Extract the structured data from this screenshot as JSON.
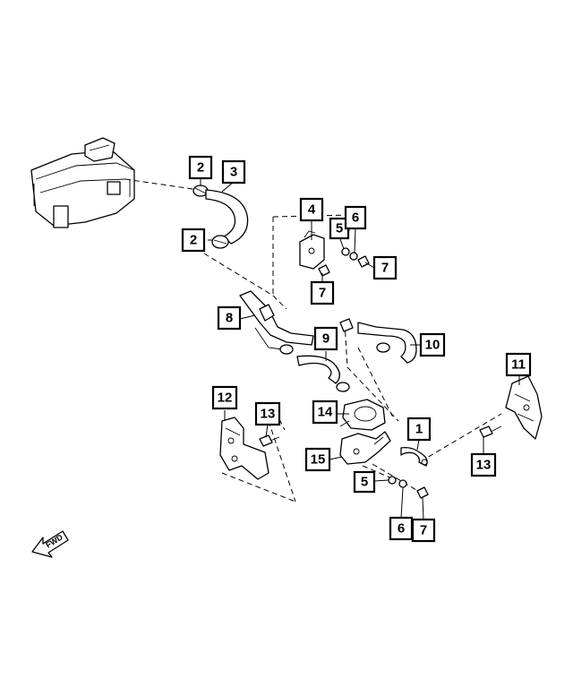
{
  "callouts": {
    "c2a": "2",
    "c3": "3",
    "c2b": "2",
    "c4": "4",
    "c5a": "5",
    "c6a": "6",
    "c7a": "7",
    "c7b": "7",
    "c8": "8",
    "c9": "9",
    "c10": "10",
    "c11": "11",
    "c12": "12",
    "c13a": "13",
    "c14": "14",
    "c1": "1",
    "c15": "15",
    "c13b": "13",
    "c5b": "5",
    "c6b": "6",
    "c7c": "7"
  },
  "fwd_label": "FWD"
}
